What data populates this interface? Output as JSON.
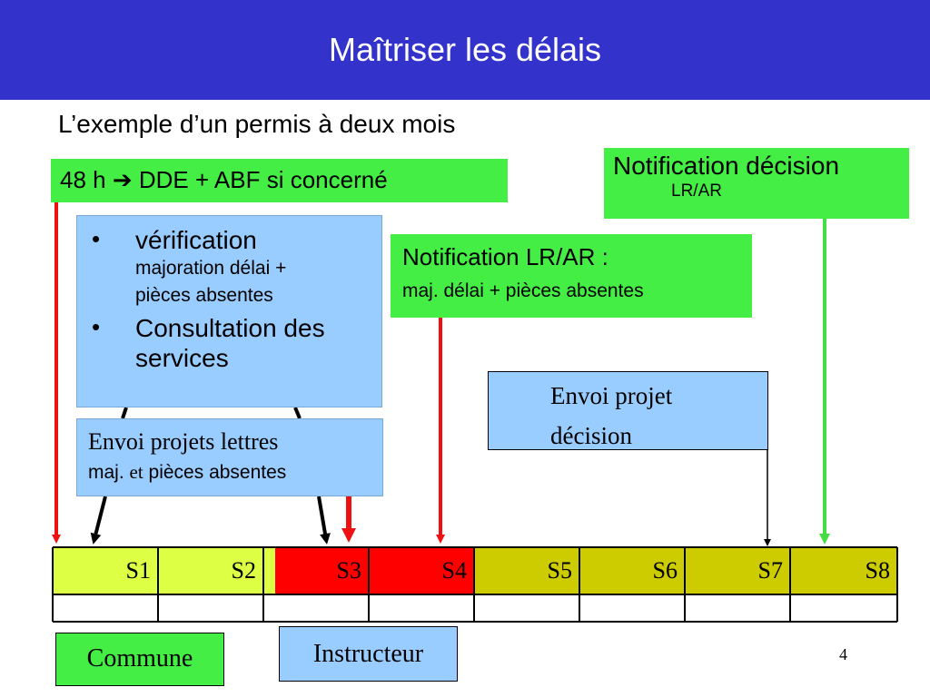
{
  "slide": {
    "title": "Maîtriser les délais",
    "subtitle": "L’exemple d’un permis à deux mois",
    "page_number": "4"
  },
  "boxes": {
    "b48h": "48 h ➔ DDE + ABF si concerné",
    "notif_decision": {
      "line1": "Notification décision",
      "line2": "LR/AR"
    },
    "verification": {
      "item1_title": "vérification",
      "item1_detail_line1": "majoration délai  +",
      "item1_detail_line2": "pièces absentes",
      "item2": "Consultation des services"
    },
    "notif_lrar": {
      "line1": "Notification LR/AR :",
      "line2": "maj. délai + pièces absentes"
    },
    "envoi_projet": {
      "line1": "Envoi projet",
      "line2": "décision"
    },
    "envoi_lettres": {
      "line1": "Envoi projets lettres",
      "line2_a": "maj.",
      "line2_b": "et",
      "line2_c": "pièces absentes"
    }
  },
  "timeline": {
    "weeks": [
      "S1",
      "S2",
      "S3",
      "S4",
      "S5",
      "S6",
      "S7",
      "S8"
    ]
  },
  "legend": {
    "commune": "Commune",
    "instructeur": "Instructeur"
  },
  "colors": {
    "title_bar": "#3333cc",
    "green": "#44ee44",
    "blue_box": "#99ccff",
    "red": "#ff0000",
    "arrow_red": "#ee1111",
    "arrow_green": "#44dd44",
    "lime": "#ddff44",
    "olive": "#cccc00"
  }
}
